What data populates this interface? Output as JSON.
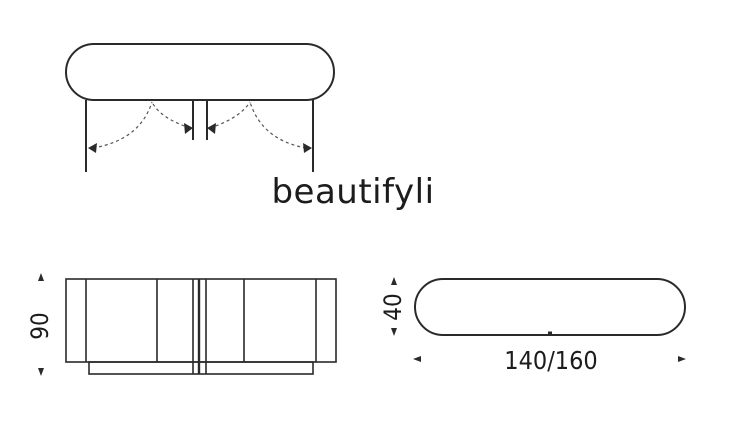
{
  "watermark": "beautifyli",
  "dimensions": {
    "height": "90",
    "depth": "40",
    "width": "140/160"
  },
  "colors": {
    "line": "#2a2a2a",
    "arc": "#555555",
    "background": "#ffffff"
  }
}
